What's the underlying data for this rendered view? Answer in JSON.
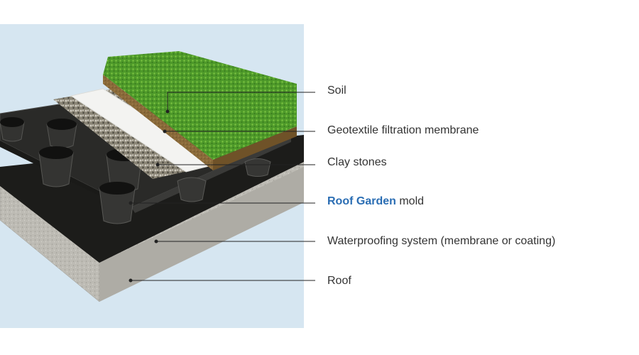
{
  "labels": {
    "soil": "Soil",
    "geotextile": "Geotextile filtration membrane",
    "clay": "Clay stones",
    "mold_brand": "Roof Garden",
    "mold_rest": " mold",
    "waterproofing": "Waterproofing system (membrane or coating)",
    "roof": "Roof"
  },
  "colors": {
    "background_panel": "#d6e6f1",
    "brand": "#2a6db3",
    "text": "#333333",
    "leader_line": "#222222"
  }
}
